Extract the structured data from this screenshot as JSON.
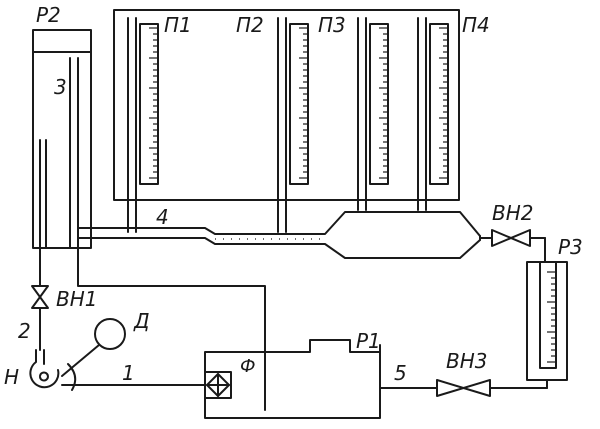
{
  "labels": {
    "p2_top": "Р2",
    "p1": "П1",
    "p2": "П2",
    "p3": "П3",
    "p4": "П4",
    "n3": "3",
    "n4": "4",
    "vn2": "ВН2",
    "r3": "Р3",
    "vn1": "ВН1",
    "n2": "2",
    "d": "Д",
    "r1": "Р1",
    "n": "Н",
    "n1": "1",
    "f": "Ф",
    "n5": "5",
    "vn3": "ВН3"
  },
  "colors": {
    "ink": "#1a1a1a",
    "background": "#ffffff"
  }
}
